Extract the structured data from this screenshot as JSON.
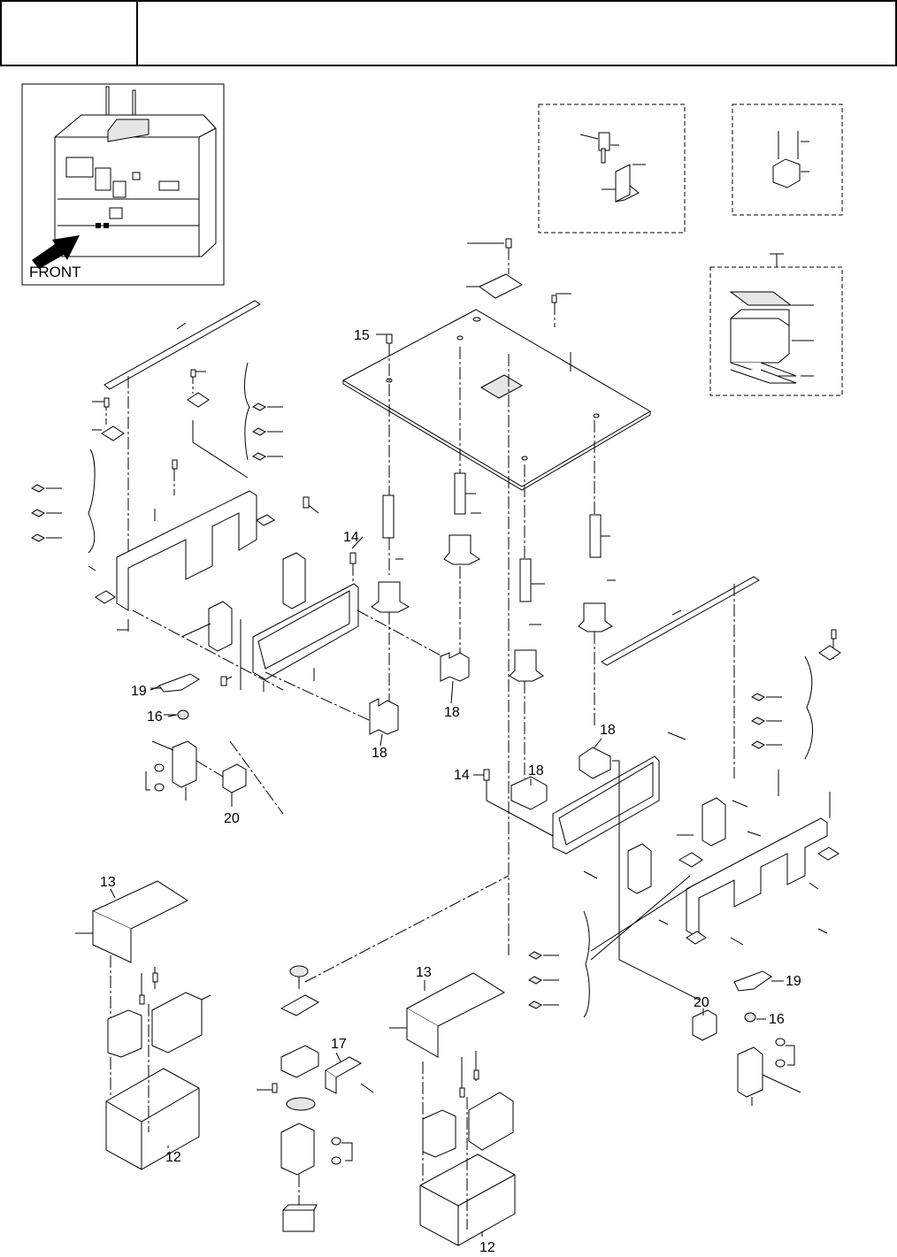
{
  "header": {
    "code_cell": "",
    "title_cell": ""
  },
  "inset": {
    "front_label": "FRONT",
    "arrow_icon": "front-arrow-icon"
  },
  "callouts": {
    "c15": "15",
    "c14a": "14",
    "c14b": "14",
    "c19a": "19",
    "c19b": "19",
    "c16a": "16",
    "c16b": "16",
    "c20a": "20",
    "c20b": "20",
    "c18a": "18",
    "c18b": "18",
    "c18c": "18",
    "c18d": "18",
    "c13a": "13",
    "c13b": "13",
    "c12a": "12",
    "c12b": "12",
    "c17": "17"
  }
}
